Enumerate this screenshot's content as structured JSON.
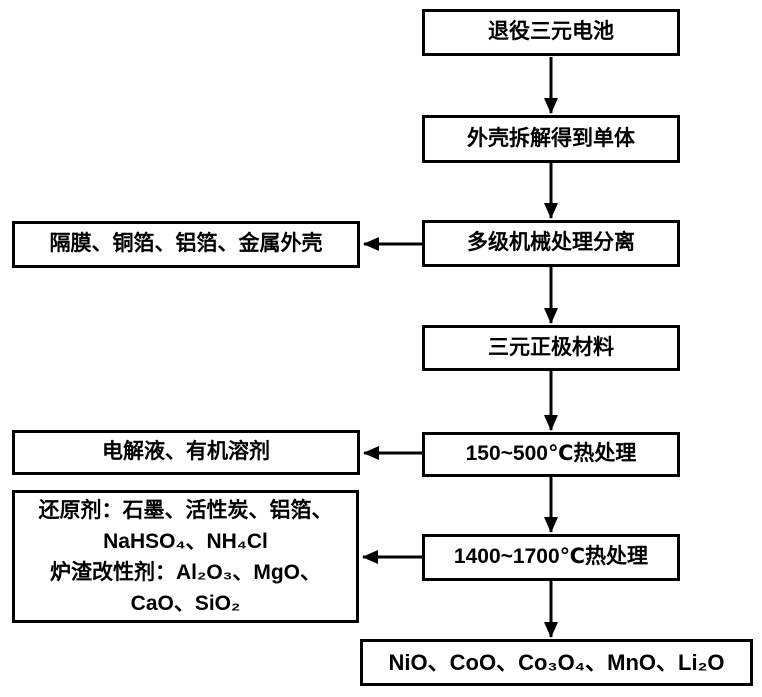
{
  "process": {
    "retired_battery": "退役三元电池",
    "shell_disassembly": "外壳拆解得到单体",
    "mechanical_separation": "多级机械处理分离",
    "cathode_material": "三元正极材料",
    "heat_treatment_low": "150~500℃热处理",
    "heat_treatment_high": "1400~1700℃热处理",
    "final_products": "NiO、CoO、Co₃O₄、MnO、Li₂O"
  },
  "byproducts": {
    "mechanical_outputs": "隔膜、铜箔、铝箔、金属外壳",
    "low_heat_outputs": "电解液、有机溶剂",
    "additives_lines": [
      "还原剂：石墨、活性炭、铝箔、",
      "NaHSO₄、NH₄Cl",
      "炉渣改性剂：Al₂O₃、MgO、",
      "CaO、SiO₂"
    ]
  },
  "colors": {
    "background": "#ffffff",
    "box_border": "#000000",
    "arrow": "#000000",
    "text": "#000000"
  }
}
